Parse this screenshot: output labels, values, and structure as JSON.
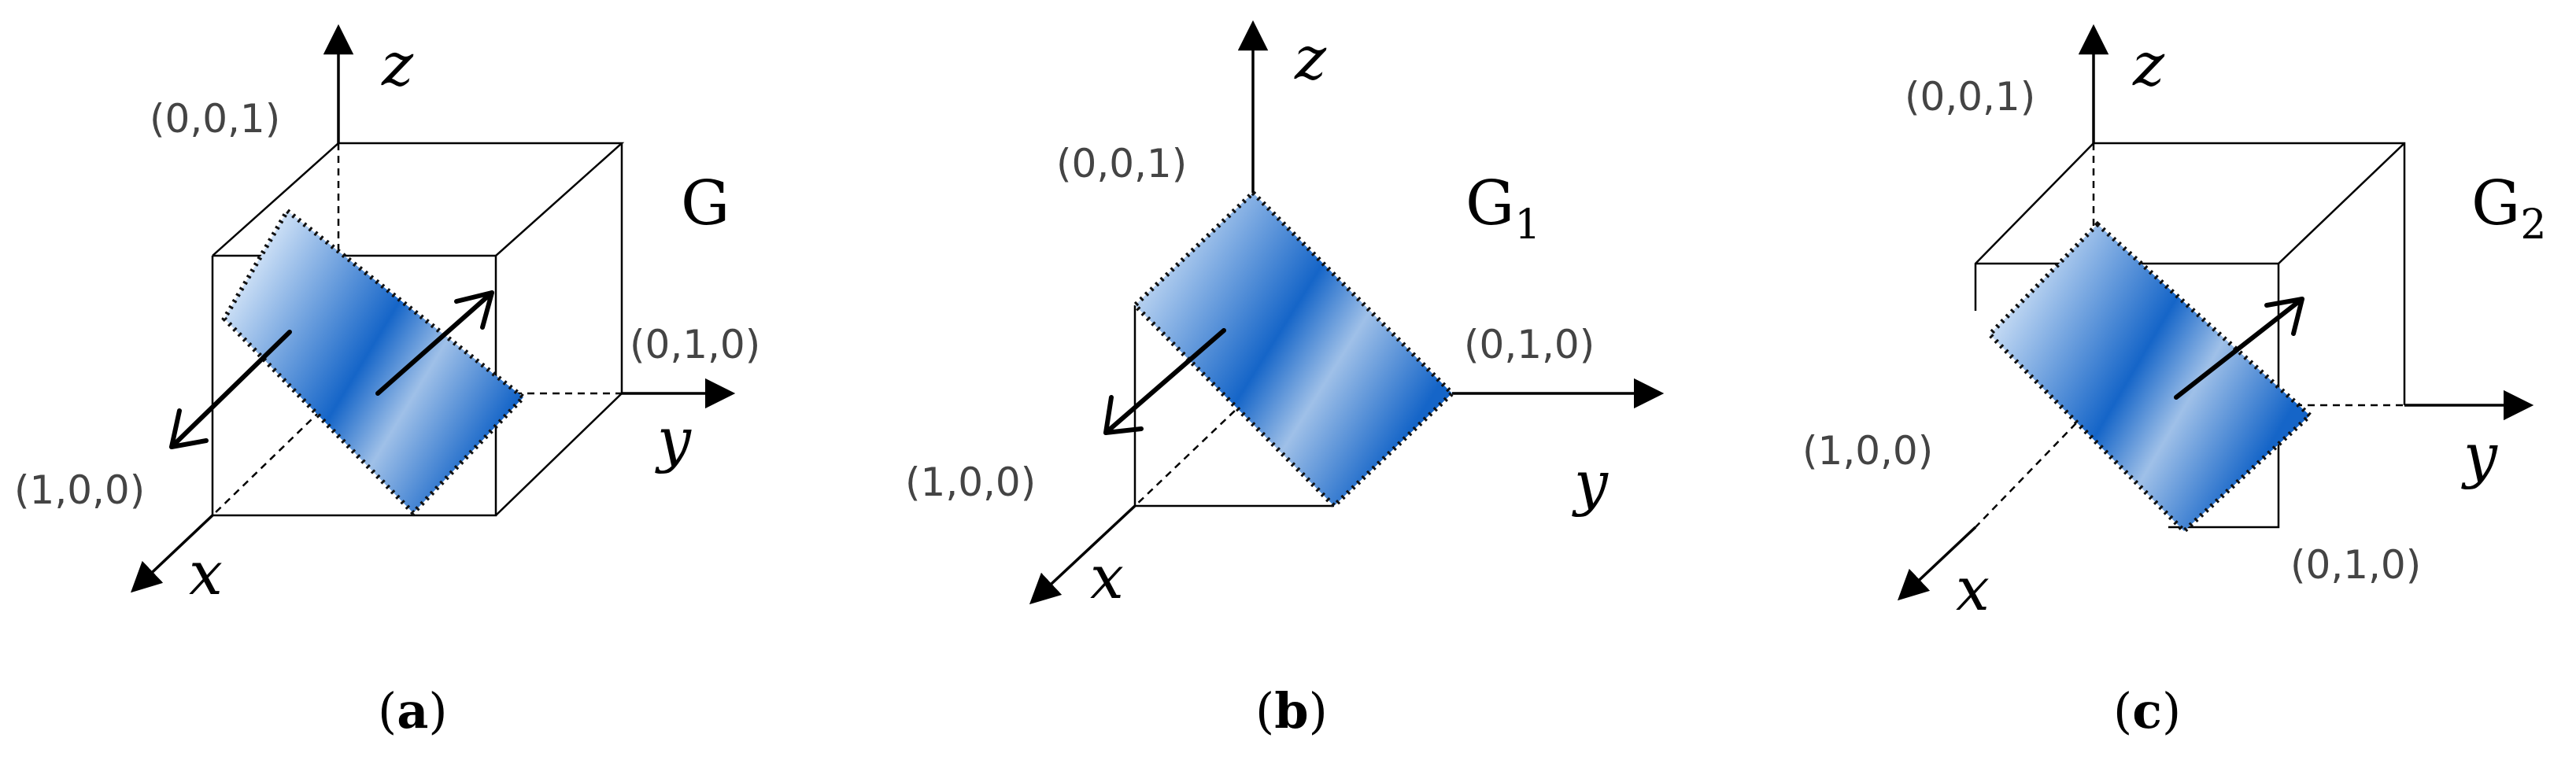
{
  "panels": [
    {
      "id": "a",
      "title": "G",
      "subscript": "",
      "caption_letter": "a",
      "labels": {
        "z_vertex": "(0,0,1)",
        "y_vertex": "(0,1,0)",
        "x_vertex": "(1,0,0)"
      },
      "axes": {
        "x": "x",
        "y": "y",
        "z": "z"
      }
    },
    {
      "id": "b",
      "title": "G",
      "subscript": "1",
      "caption_letter": "b",
      "labels": {
        "z_vertex": "(0,0,1)",
        "y_vertex": "(0,1,0)",
        "x_vertex": "(1,0,0)"
      },
      "axes": {
        "x": "x",
        "y": "y",
        "z": "z"
      }
    },
    {
      "id": "c",
      "title": "G",
      "subscript": "2",
      "caption_letter": "c",
      "labels": {
        "z_vertex": "(0,0,1)",
        "y_vertex": "(0,1,0)",
        "x_vertex": "(1,0,0)"
      },
      "axes": {
        "x": "x",
        "y": "y",
        "z": "z"
      }
    }
  ],
  "colors": {
    "plane_dark": "#1565c8",
    "plane_light": "#d6e6f8",
    "lines": "#000000"
  }
}
